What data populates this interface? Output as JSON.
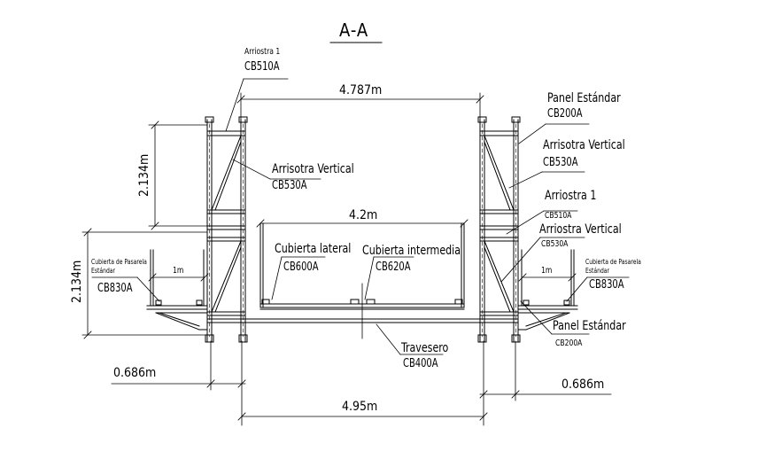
{
  "section_title": "A-A",
  "dimensions": {
    "top_span": "4.787m",
    "deck_span": "4.2m",
    "left_height_upper": "2.134m",
    "left_height_lower": "2.134m",
    "walkway_left": "1m",
    "walkway_right": "1m",
    "outer_left": "0.686m",
    "outer_right": "0.686m",
    "bottom_span": "4.95m"
  },
  "labels": {
    "arriostra1_left_name": "Arriostra 1",
    "arriostra1_left_code": "CB510A",
    "arriostra_vert_left_name": "Arrisotra Vertical",
    "arriostra_vert_left_code": "CB530A",
    "panel_std_top_name": "Panel Estándar",
    "panel_std_top_code": "CB200A",
    "arriostra_vert_right1_name": "Arrisotra Vertical",
    "arriostra_vert_right1_code": "CB530A",
    "arriostra1_right_name": "Arriostra 1",
    "arriostra1_right_code": "CB510A",
    "arriostra_vert_right2_name": "Arriostra Vertical",
    "arriostra_vert_right2_code": "CB530A",
    "cub_lateral_name": "Cubierta lateral",
    "cub_lateral_code": "CB600A",
    "cub_intermedia_name": "Cubierta intermedia",
    "cub_intermedia_code": "CB620A",
    "pasarela_left_line1": "Cubierta de Pasarela",
    "pasarela_left_line2": "Estándar",
    "pasarela_left_code": "CB830A",
    "pasarela_right_line1": "Cubierta de Pasarela",
    "pasarela_right_line2": "Estándar",
    "pasarela_right_code": "CB830A",
    "panel_std_bottom_name": "Panel Estándar",
    "panel_std_bottom_code": "CB200A",
    "travesero_name": "Travesero",
    "travesero_code": "CB400A"
  }
}
